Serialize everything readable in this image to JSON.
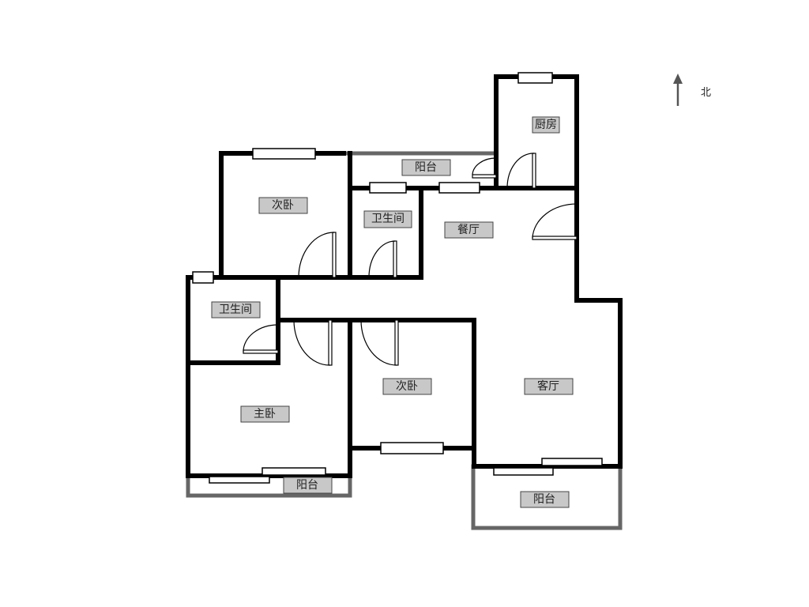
{
  "compass": {
    "label": "北",
    "icon": "north-arrow-icon"
  },
  "rooms": {
    "kitchen": "厨房",
    "balcony_north": "阳台",
    "bedroom_nw": "次卧",
    "bathroom_north": "卫生间",
    "dining": "餐厅",
    "bathroom_west": "卫生间",
    "bedroom_south": "次卧",
    "living": "客厅",
    "master": "主卧",
    "balcony_sw": "阳台",
    "balcony_se": "阳台"
  },
  "colors": {
    "wall": "#000000",
    "balcony_wall": "#666666",
    "label_fill": "#c8c8c8"
  }
}
